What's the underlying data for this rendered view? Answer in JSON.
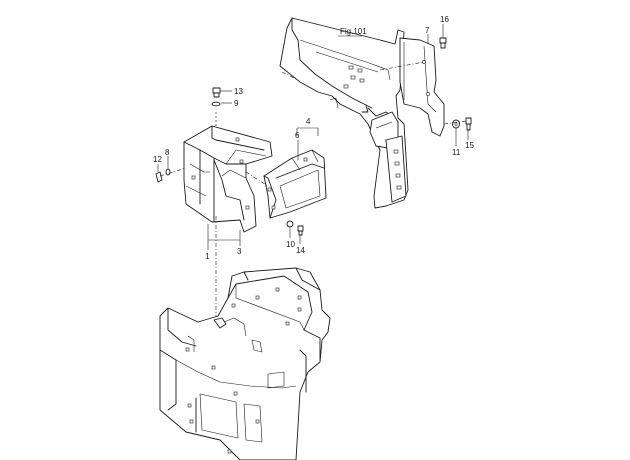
{
  "diagram": {
    "reference_label": "Fig.101",
    "callouts": [
      {
        "id": "c1",
        "text": "1"
      },
      {
        "id": "c3",
        "text": "3"
      },
      {
        "id": "c4",
        "text": "4"
      },
      {
        "id": "c6",
        "text": "6"
      },
      {
        "id": "c7",
        "text": "7"
      },
      {
        "id": "c8",
        "text": "8"
      },
      {
        "id": "c9",
        "text": "9"
      },
      {
        "id": "c10",
        "text": "10"
      },
      {
        "id": "c11",
        "text": "11"
      },
      {
        "id": "c12",
        "text": "12"
      },
      {
        "id": "c13",
        "text": "13"
      },
      {
        "id": "c14",
        "text": "14"
      },
      {
        "id": "c15",
        "text": "15"
      },
      {
        "id": "c16",
        "text": "16"
      }
    ]
  }
}
